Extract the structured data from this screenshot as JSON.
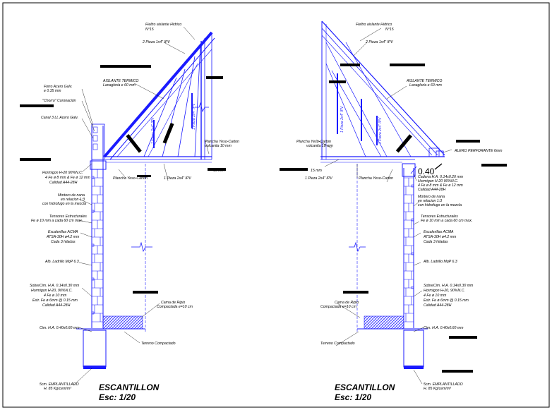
{
  "colors": {
    "line": "#1a1aff",
    "ink": "#000000",
    "background": "#ffffff"
  },
  "left": {
    "title": "ESCANTILLON",
    "scale": "Esc: 1/20",
    "labels": {
      "fieltro": "Fieltro aislante Hidrico",
      "fieltro_n": "N°15",
      "pieza_2x4": "2 Pieza 1x4\" IPV",
      "aislante": "AISLANTE TERMICO",
      "aislante_sub": "Lanagloria e 60 mm",
      "forro": "Forro Acero Galv.",
      "forro_sub": "e 0.35 mm",
      "chorro": "\"Chorro\" Coronación",
      "canal": "Canal 3 LL Acero Galv.",
      "plancha_volcanita": "Plancha Yeso-Carton",
      "volcanita_sub": "volcanita 10 mm",
      "mm15": "15 mm",
      "plancha_yc": "Plancha Yeso-Carton",
      "pieza_1x4": "1 Pieza 2x4\" IPV",
      "hormigon1": "Hormigon H-20 90%N.C.",
      "hormigon1b": "4 Fe ø 8 mm & Fe ø 12 mm",
      "hormigon1c": "Calidad A44-28H",
      "mortero": "Mortero de nana",
      "mortero_b": "en relacion 1:3",
      "mortero_c": "con hidrofugo en la mezcla",
      "tensores": "Tensores Estructurales",
      "tensores_b": "Fe ø 10 mm a cada 60 cm max.",
      "escalerillas": "Escalerillas ACMA",
      "escalerillas_b": "ATSA-30H ø4.2 mm",
      "escalerillas_c": "Cada 3 hiladas",
      "ladrillo": "Alb. Ladrillo MqP 6.3",
      "sobrecim": "SobreCim. H.A. 0.14x0.30 mm",
      "sobrecim_b": "Hormigon H-20, 90%N.C.",
      "sobrecim_c": "4 Fe ø 10 mm",
      "sobrecim_d": "Estr. Fe ø 6mm @ 0.15 mm",
      "sobrecim_e": "Calidad A44-28H",
      "cama": "Cama de Ripio",
      "cama_b": "Compactada e=10 cm",
      "cim": "Cim. H.A. 0.40x0.60 mm",
      "terreno": "Terreno Compactado",
      "emplantillado": "5cm. EMPLANTILLADO",
      "emplantillado_b": "H. 85 Kg/cem/m³",
      "ipv_vert": "1 Pieza 2x4\" IPV",
      "ipv_vert2": "1 Pieza 2x4\" IPV"
    }
  },
  "right": {
    "title": "ESCANTILLON",
    "scale": "Esc: 1/20",
    "dim": "0.40",
    "labels": {
      "fieltro": "Fieltro aislante Hidrico",
      "fieltro_n": "N°15",
      "pieza_2x4": "2 Pieza 1x4\" IPV",
      "aislante": "AISLANTE TERMICO",
      "aislante_sub": "Lanagloria e 60 mm",
      "plancha_volcanita": "Plancha Yeso-Carton",
      "volcanita_sub": "volcanita 10 mm",
      "mm15": "15 mm",
      "pieza_1x4": "1 Pieza 2x4\" IPV",
      "plancha_yc": "Plancha Yeso-Carton",
      "alero": "ALERO PERFORANTE 6mm",
      "cadena": "Cadena H.A. 0.14x0.20 mm",
      "cadena_b": "Hormigon H-20 90%N.C.",
      "cadena_c": "4 Fe ø 8 mm & Fe ø 12 mm",
      "cadena_d": "Calidad A44-28H",
      "mortero": "Mortero de nana",
      "mortero_b": "en relacion 1:3",
      "mortero_c": "con hidrofugo en la mezcla",
      "tensores": "Tensores Estructurales",
      "tensores_b": "Fe ø 10 mm a cada 60 cm max.",
      "escalerillas": "Escalerillas ACMA",
      "escalerillas_b": "ATSA-30H ø4.2 mm",
      "escalerillas_c": "Cada 3 hiladas",
      "ladrillo": "Alb. Ladrillo MqP 6.3",
      "sobrecim": "SobreCim. H.A. 0.14x0.30 mm",
      "sobrecim_b": "Hormigon H-20, 90%N.C.",
      "sobrecim_c": "4 Fe ø 10 mm",
      "sobrecim_d": "Estr. Fe ø 6mm @ 0.15 mm",
      "sobrecim_e": "Calidad A44-28H",
      "cama": "Cama de Ripio",
      "cama_b": "Compactada e=10 cm",
      "cim": "Cim. H.A. 0.40x0.60 mm",
      "terreno": "Terreno Compactado",
      "emplantillado": "5cm. EMPLANTILLADO",
      "emplantillado_b": "H. 85 Kg/cem/m³",
      "ipv_vert": "1 Pieza 2x4\" IPV",
      "ipv_vert2": "1 Pieza 2x4\" IPV"
    }
  }
}
